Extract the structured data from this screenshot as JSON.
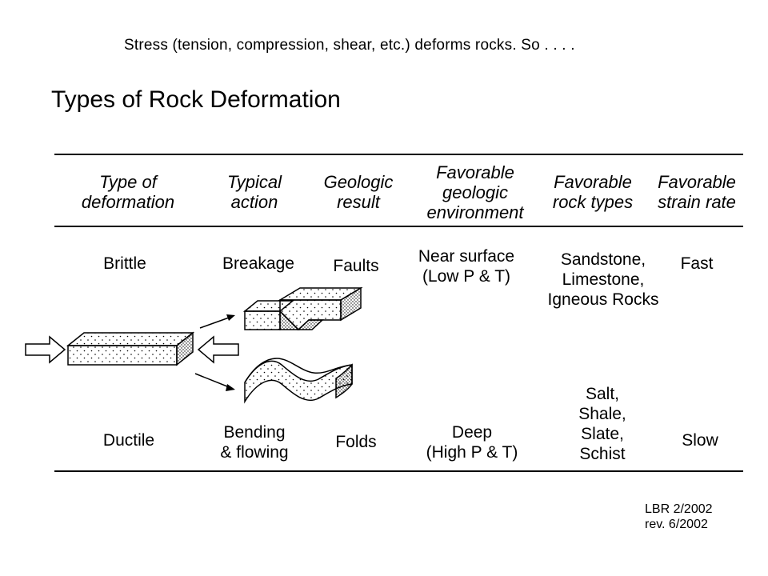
{
  "subtitle": "Stress (tension, compression, shear, etc.) deforms rocks. So . . . .",
  "title": "Types of Rock Deformation",
  "table": {
    "headers": [
      "Type of\ndeformation",
      "Typical\naction",
      "Geologic\nresult",
      "Favorable\ngeologic\nenvironment",
      "Favorable\nrock types",
      "Favorable\nstrain rate"
    ],
    "rows": [
      {
        "type": "Brittle",
        "action": "Breakage",
        "result": "Faults",
        "environment": "Near surface\n(Low P & T)",
        "rock_types": "Sandstone,\nLimestone,\nIgneous Rocks",
        "strain_rate": "Fast"
      },
      {
        "type": "Ductile",
        "action": "Bending\n& flowing",
        "result": "Folds",
        "environment": "Deep\n(High P & T)",
        "rock_types": "Salt,\nShale,\nSlate,\nSchist",
        "strain_rate": "Slow"
      }
    ]
  },
  "credit": "LBR 2/2002\nrev. 6/2002"
}
